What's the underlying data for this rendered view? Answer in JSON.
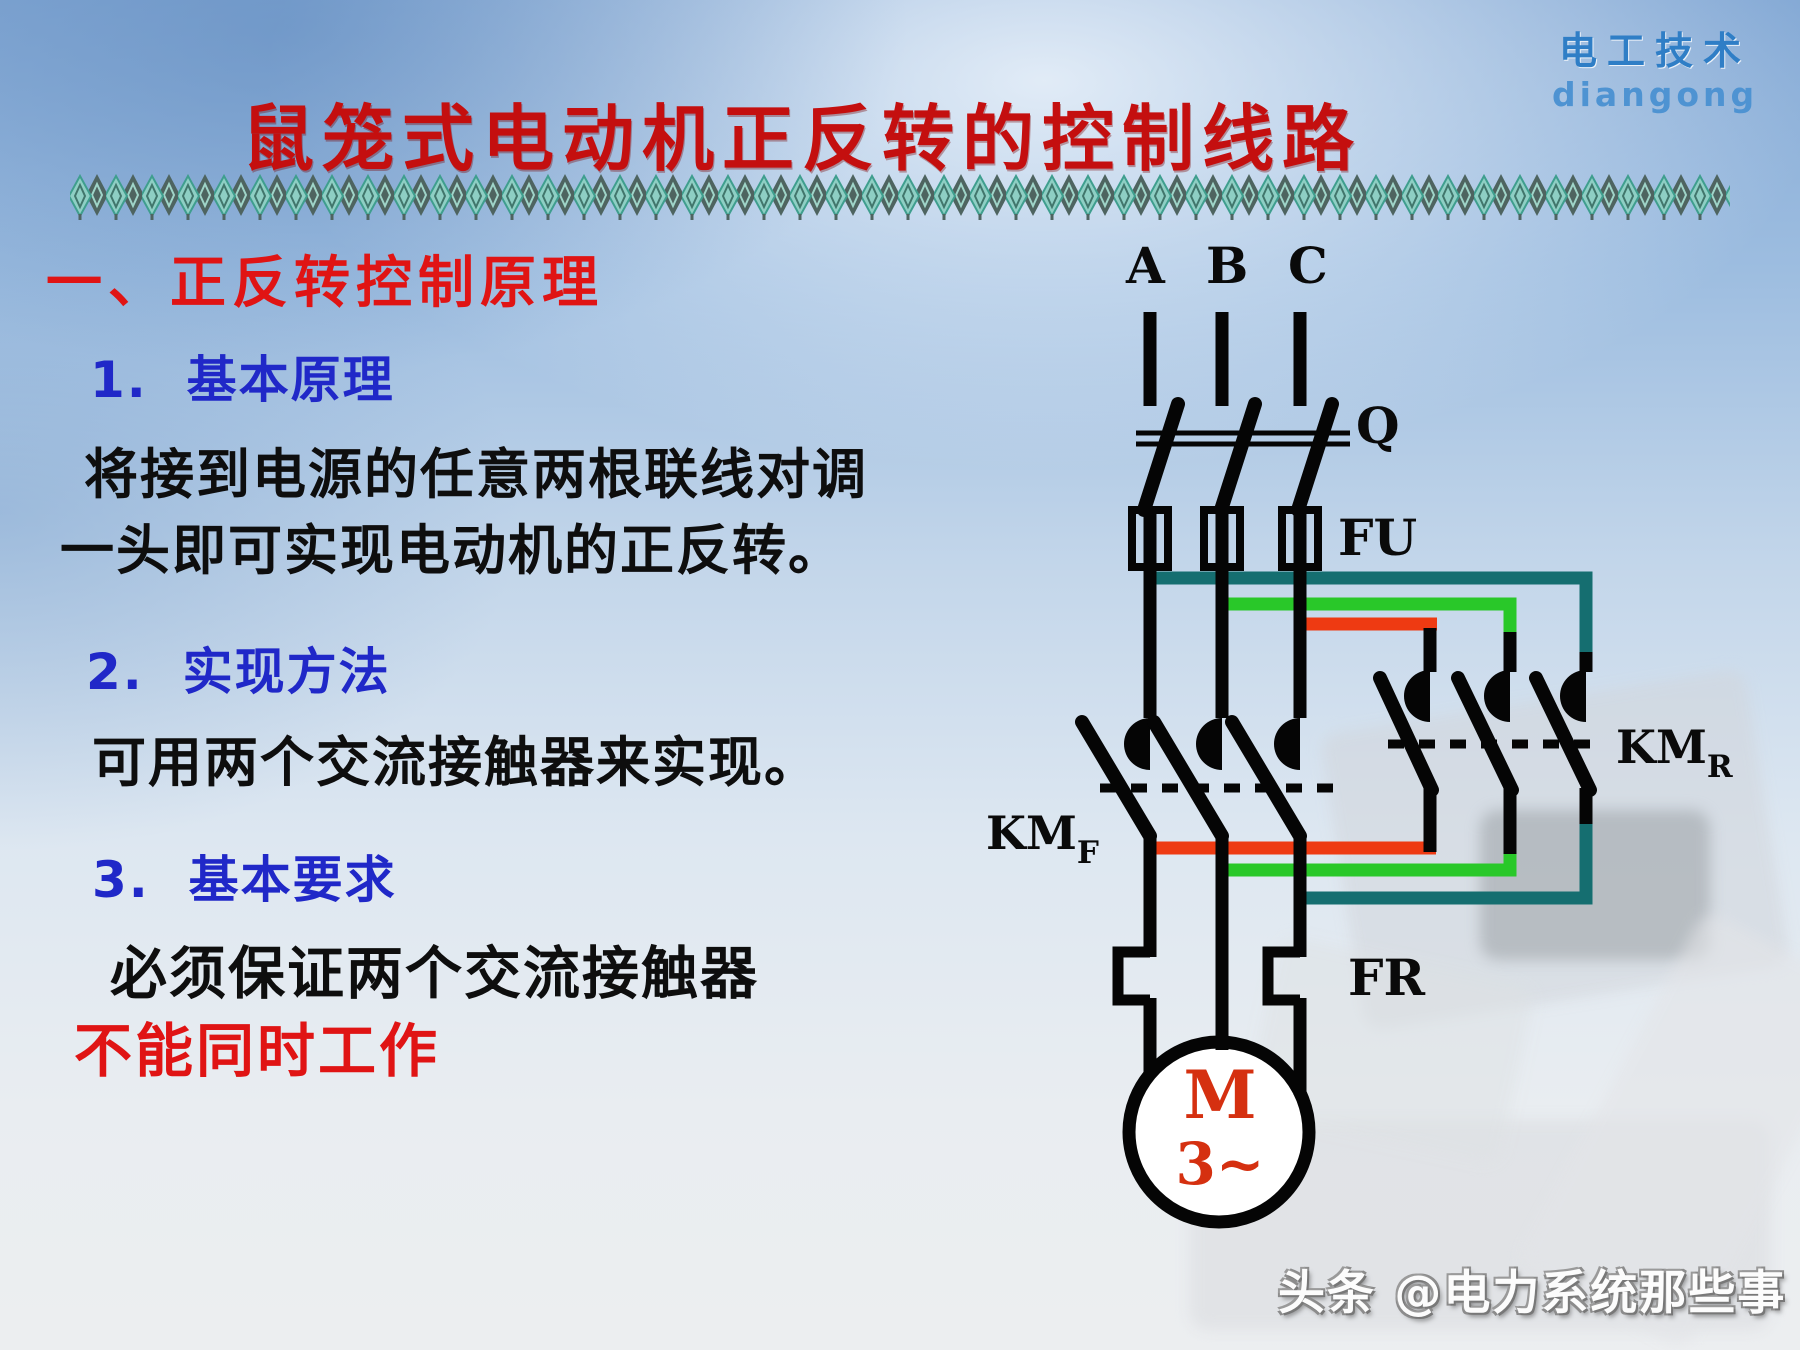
{
  "title": "鼠笼式电动机正反转的控制线路",
  "logo": {
    "line1": "电工技术",
    "line2": "diangong"
  },
  "content": {
    "heading": "一、正反转控制原理",
    "sub1": "1.  基本原理",
    "para1_line1": "将接到电源的任意两根联线对调",
    "para1_line2": "一头即可实现电动机的正反转。",
    "sub2": "2.  实现方法",
    "para2": "可用两个交流接触器来实现。",
    "sub3": "3.  基本要求",
    "para3": "必须保证两个交流接触器",
    "para3_emphasis": "不能同时工作"
  },
  "circuit": {
    "phases": [
      "A",
      "B",
      "C"
    ],
    "switch_label": "Q",
    "fuse_label": "FU",
    "contactor_forward": {
      "base": "KM",
      "sub": "F"
    },
    "contactor_reverse": {
      "base": "KM",
      "sub": "R"
    },
    "thermal_relay_label": "FR",
    "motor": {
      "letter": "M",
      "phase": "3~"
    }
  },
  "watermark": "头条 @电力系统那些事",
  "colors": {
    "title_red": "#c40f0f",
    "heading_red": "#e01414",
    "heading_blue": "#2028c8",
    "body_black": "#0e0e0e",
    "wire_teal": "#156e70",
    "wire_green": "#29c829",
    "wire_red": "#ee3a12",
    "logo_blue": "#2f7ec6",
    "motor_red": "#d53010",
    "ornament_teal": "#6fbfae",
    "ornament_dark": "#4e6460"
  }
}
